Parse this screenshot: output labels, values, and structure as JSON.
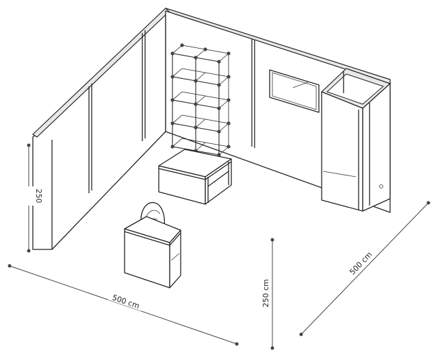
{
  "dimensions": {
    "wall_height_left": "250",
    "width_front": "500 cm",
    "height_center": "250 cm",
    "depth_right": "500 cm"
  },
  "colors": {
    "line": "#222222",
    "cap": "#e8e8e8",
    "background": "#ffffff"
  }
}
